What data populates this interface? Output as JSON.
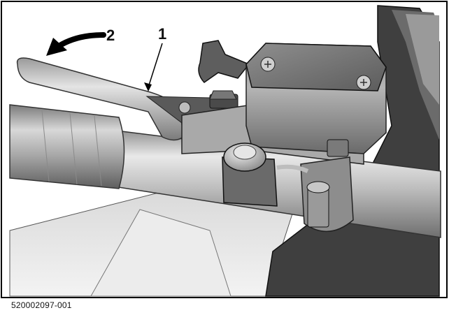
{
  "figure": {
    "callouts": [
      {
        "number": "1"
      },
      {
        "number": "2"
      }
    ],
    "caption_id": "520002097-001"
  }
}
